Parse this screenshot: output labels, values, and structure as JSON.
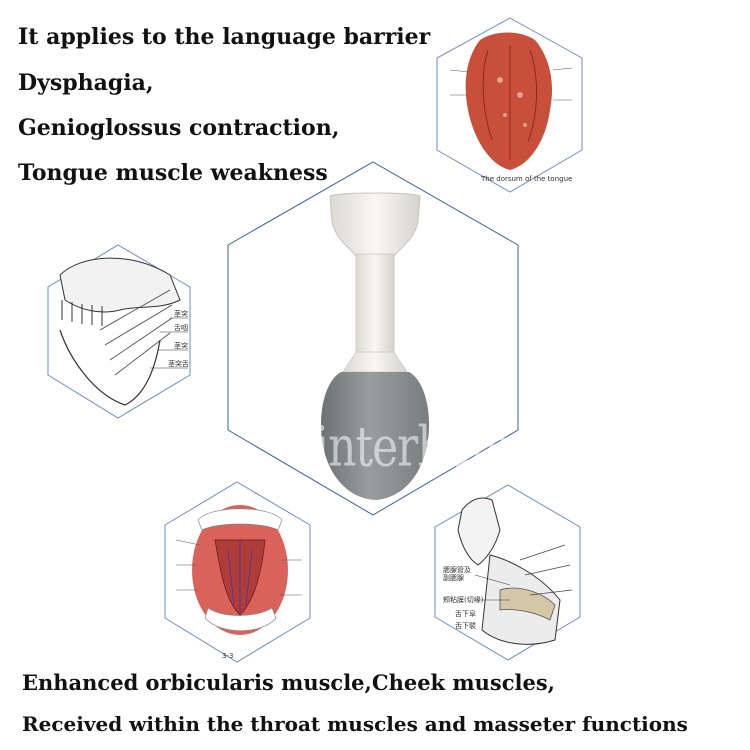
{
  "headlines": {
    "line1": "It applies to the language barrier",
    "line2": "Dysphagia,",
    "line3": "Genioglossus contraction,",
    "line4": "Tongue muscle weakness"
  },
  "footer": {
    "line1": "Enhanced orbicularis muscle,Cheek muscles,",
    "line2": "Received within the throat muscles and masseter functions"
  },
  "watermark": "interhome",
  "tongue_diagram": {
    "caption": "The dorsum of the tongue"
  },
  "skull_diagram": {
    "labels": [
      "茎突",
      "舌咽",
      "茎突",
      "茎突舌"
    ]
  },
  "mouth_diagram": {
    "labels": [
      "3-3"
    ]
  },
  "jaw_diagram": {
    "labels": [
      "腮腺管及",
      "副腮腺",
      "颊粘膜(切缘)",
      "舌下阜",
      "舌下襞"
    ]
  },
  "colors": {
    "hex_outline": "#3a5fa8",
    "bulb_gray": "#8a8d8e",
    "stem_white": "#f3f1ec",
    "tongue_red": "#c8503a"
  }
}
